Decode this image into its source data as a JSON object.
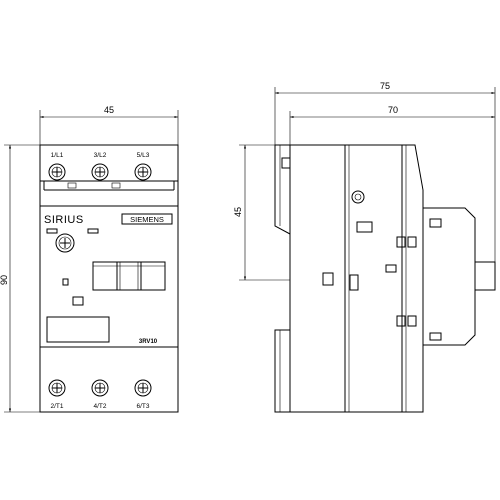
{
  "front_view": {
    "width_dim": "45",
    "height_dim": "90",
    "top_terminals": [
      "1/L1",
      "3/L2",
      "5/L3"
    ],
    "bottom_terminals": [
      "2/T1",
      "4/T2",
      "6/T3"
    ],
    "brand_series": "SIRIUS",
    "brand_logo": "SIEMENS",
    "model": "3RV10"
  },
  "side_view": {
    "overall_depth_dim": "75",
    "depth_dim": "70",
    "height_dim": "45"
  },
  "colors": {
    "line": "#000000",
    "background": "#ffffff"
  }
}
